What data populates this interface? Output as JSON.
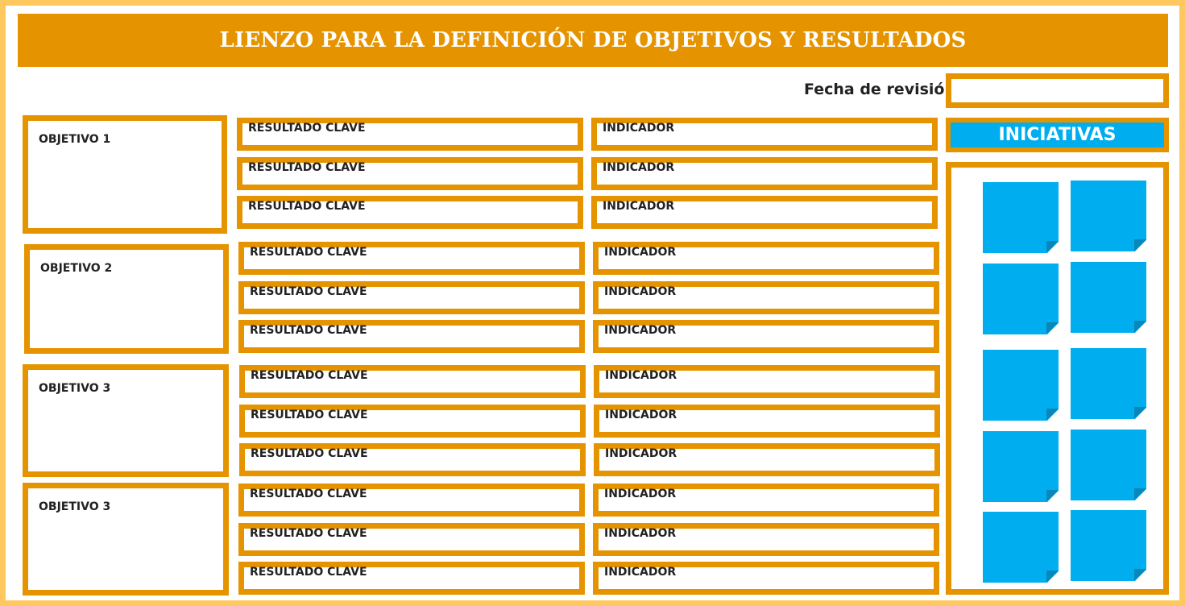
{
  "title": "LIENZO PARA LA DEFINICIÓN DE OBJETIVOS Y RESULTADOS",
  "review_date": {
    "label": "Fecha de revisión",
    "value": ""
  },
  "objectives": [
    {
      "label": "OBJETIVO 1",
      "key_results": [
        "RESULTADO CLAVE",
        "RESULTADO CLAVE",
        "RESULTADO CLAVE"
      ],
      "indicators": [
        "INDICADOR",
        "INDICADOR",
        "INDICADOR"
      ]
    },
    {
      "label": "OBJETIVO 2",
      "key_results": [
        "RESULTADO CLAVE",
        "RESULTADO CLAVE",
        "RESULTADO CLAVE"
      ],
      "indicators": [
        "INDICADOR",
        "INDICADOR",
        "INDICADOR"
      ]
    },
    {
      "label": "OBJETIVO 3",
      "key_results": [
        "RESULTADO CLAVE",
        "RESULTADO CLAVE",
        "RESULTADO CLAVE"
      ],
      "indicators": [
        "INDICADOR",
        "INDICADOR",
        "INDICADOR"
      ]
    },
    {
      "label": "OBJETIVO 3",
      "key_results": [
        "RESULTADO CLAVE",
        "RESULTADO CLAVE",
        "RESULTADO CLAVE"
      ],
      "indicators": [
        "INDICADOR",
        "INDICADOR",
        "INDICADOR"
      ]
    }
  ],
  "initiatives": {
    "label": "INICIATIVAS",
    "sticky_note_count": 10
  },
  "colors": {
    "accent": "#e59400",
    "frame": "#ffc85e",
    "note": "#00aeef",
    "note_curl": "#0a86b8"
  }
}
